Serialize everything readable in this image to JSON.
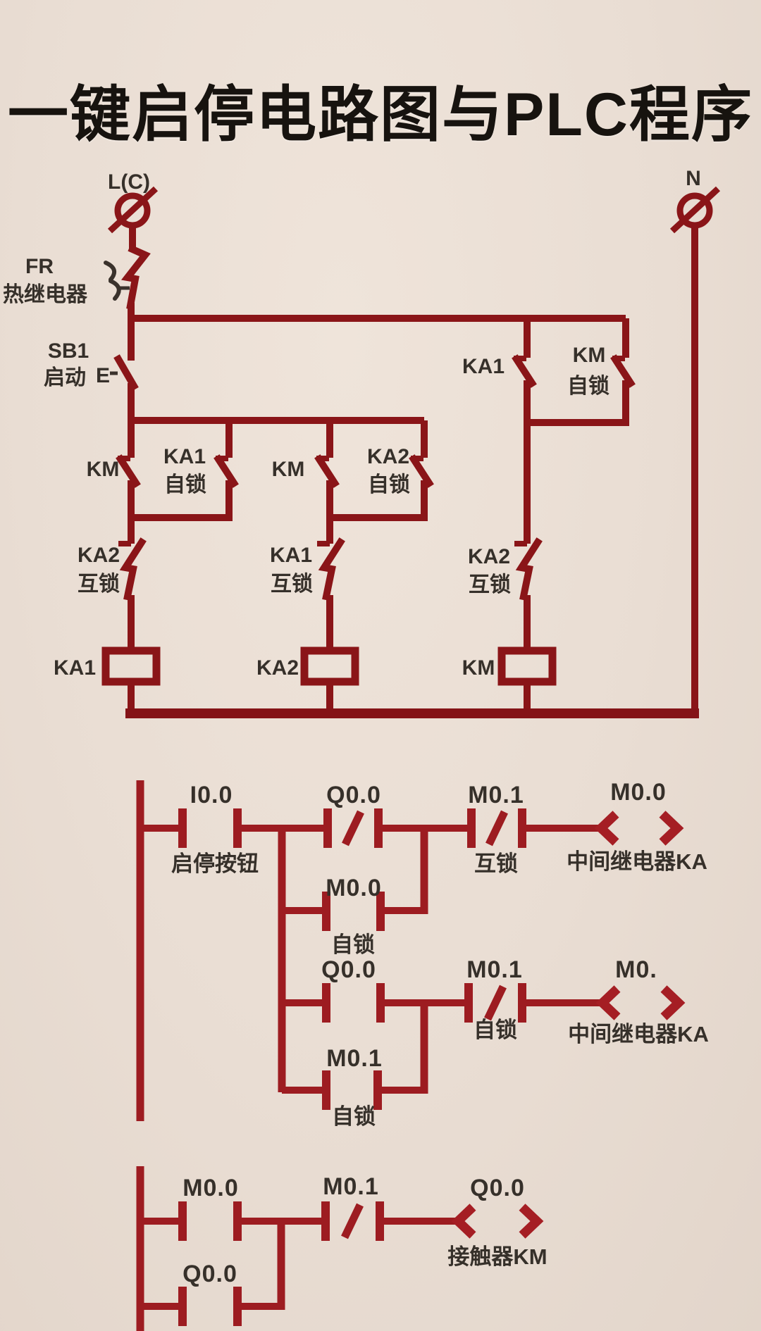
{
  "title": "一键启停电路图与PLC程序",
  "colors": {
    "background": "#e9ddd3",
    "wire_relay": "#8a1518",
    "wire_plc": "#9d1c21",
    "label_text": "#36302a",
    "title_text": "#17130f"
  },
  "relay": {
    "terminal_l": "L(C)",
    "terminal_n": "N",
    "fr": {
      "id": "FR",
      "name": "热继电器"
    },
    "sb1": {
      "id": "SB1",
      "name": "启动",
      "button": "E"
    },
    "group1": {
      "parallel_a": "KM",
      "parallel_b": "KA1",
      "parallel_b_note": "自锁",
      "interlock": "KA2",
      "interlock_note": "互锁",
      "coil": "KA1"
    },
    "group2": {
      "parallel_a": "KM",
      "parallel_b": "KA2",
      "parallel_b_note": "自锁",
      "interlock": "KA1",
      "interlock_note": "互锁",
      "coil": "KA2"
    },
    "group3": {
      "parallel_a": "KA1",
      "parallel_b": "KM",
      "parallel_b_note": "自锁",
      "interlock": "KA2",
      "interlock_note": "互锁",
      "coil": "KM"
    }
  },
  "plc": {
    "rung1": {
      "contact1": "I0.0",
      "contact1_name": "启停按钮",
      "contact2": "Q0.0",
      "contact3": "M0.1",
      "contact3_note": "互锁",
      "branch": "M0.0",
      "branch_note": "自锁",
      "coil": "M0.0",
      "coil_name": "中间继电器KA"
    },
    "rung2": {
      "contact1": "Q0.0",
      "contact2": "M0.1",
      "contact2_note": "自锁",
      "branch": "M0.1",
      "branch_note": "自锁",
      "coil": "M0.",
      "coil_name": "中间继电器KA"
    },
    "rung3": {
      "contact1": "M0.0",
      "contact2": "M0.1",
      "branch": "Q0.0",
      "coil": "Q0.0",
      "coil_name": "接触器KM"
    }
  }
}
